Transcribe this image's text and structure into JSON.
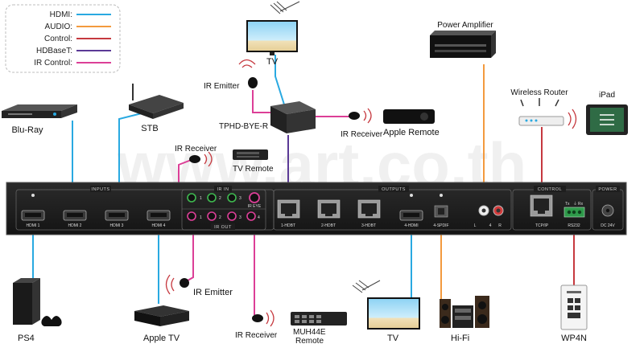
{
  "colors": {
    "hdmi": "#29a9e1",
    "audio": "#f39a3e",
    "control": "#c6393f",
    "hdbaset": "#5b3a96",
    "ir_control": "#dc3f97",
    "panel": "#1e1e1e"
  },
  "legend": [
    {
      "label": "HDMI:",
      "color_key": "hdmi"
    },
    {
      "label": "AUDIO:",
      "color_key": "audio"
    },
    {
      "label": "Control:",
      "color_key": "control"
    },
    {
      "label": "HDBaseT:",
      "color_key": "hdbaset"
    },
    {
      "label": "IR Control:",
      "color_key": "ir_control"
    }
  ],
  "watermark": "www.art.co.th",
  "panel": {
    "sections": {
      "inputs": "INPUTS",
      "ir_in": "IR IN",
      "ir_out": "IR OUT",
      "outputs": "OUTPUTS",
      "control": "CONTROL",
      "power": "POWER"
    },
    "ports": {
      "hdmi1": "HDMI 1",
      "hdmi2": "HDMI 2",
      "hdmi3": "HDMI 3",
      "hdmi4": "HDMI 4",
      "ir_in_1": "1",
      "ir_in_2": "2",
      "ir_in_3": "3",
      "ir_out_1": "1",
      "ir_out_2": "2",
      "ir_out_3": "3",
      "ir_out_4": "4",
      "ir_eye": "IR EYE",
      "hdbt1": "1-HDBT",
      "hdbt2": "2-HDBT",
      "hdbt3": "3-HDBT",
      "out_hdmi4": "4-HDMI",
      "spdif": "4-SPDIF",
      "audio_l": "L",
      "audio_num": "4",
      "audio_r": "R",
      "tcpip": "TCP/IP",
      "rs232": "RS232",
      "tx": "Tx",
      "gnd": "⏚",
      "rx": "Rx",
      "dc": "DC 24V"
    }
  },
  "devices": {
    "blu_ray": "Blu-Ray",
    "stb": "STB",
    "ir_receiver_top": "IR Receiver",
    "tv_remote": "TV Remote",
    "tv_top": "TV",
    "ir_emitter_top": "IR Emitter",
    "tphd": "TPHD-BYE-R",
    "ir_receiver_mid": "IR Receiver",
    "apple_remote": "Apple Remote",
    "power_amp": "Power Amplifier",
    "wireless_router": "Wireless Router",
    "ipad": "iPad",
    "ps4": "PS4",
    "apple_tv": "Apple TV",
    "ir_emitter_bottom": "IR Emitter",
    "ir_receiver_bottom": "IR Receiver",
    "muh44e_remote_1": "MUH44E",
    "muh44e_remote_2": "Remote",
    "tv_bottom": "TV",
    "hifi": "Hi-Fi",
    "wp4n": "WP4N"
  }
}
